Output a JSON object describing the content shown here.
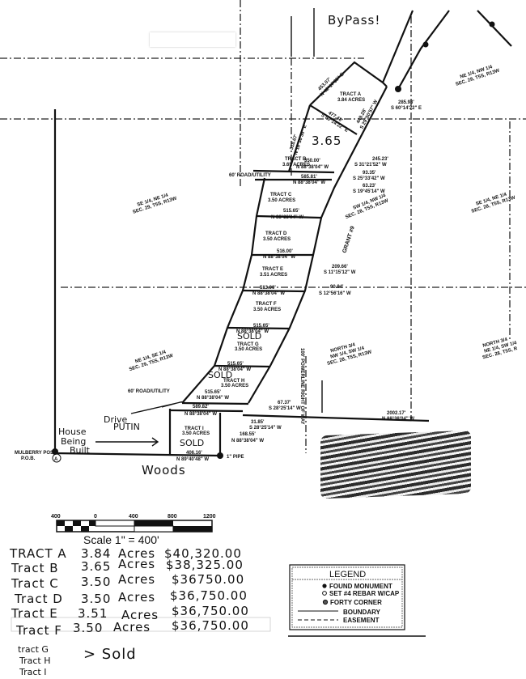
{
  "handwritten": {
    "bypass": "ByPass!",
    "tract_b_acres": "3.65",
    "drive_put_in": [
      "Drive",
      "PUTIN"
    ],
    "house_being_built": [
      "House",
      "Being",
      "Built"
    ],
    "woods": "Woods",
    "sold_g": "SOLD",
    "sold_h": "SOLD",
    "sold_i": "SOLD",
    "sold_bracket": "> Sold"
  },
  "tracts": [
    {
      "name": "TRACT A",
      "label": "TRACT A",
      "acres": "3.84 ACRES"
    },
    {
      "name": "TRACT B",
      "label": "TRACT B",
      "acres": "3.65 ACRES"
    },
    {
      "name": "TRACT C",
      "label": "TRACT C",
      "acres": "3.50 ACRES"
    },
    {
      "name": "TRACT D",
      "label": "TRACT D",
      "acres": "3.50 ACRES"
    },
    {
      "name": "TRACT E",
      "label": "TRACT E",
      "acres": "3.51 ACRES"
    },
    {
      "name": "TRACT F",
      "label": "TRACT F",
      "acres": "3.50 ACRES"
    },
    {
      "name": "TRACT G",
      "label": "TRACT G",
      "acres": "3.50 ACRES"
    },
    {
      "name": "TRACT H",
      "label": "TRACT H",
      "acres": "3.50 ACRES"
    },
    {
      "name": "TRACT I",
      "label": "TRACT I",
      "acres": "3.50 ACRES"
    }
  ],
  "sections": {
    "ne_nw_28": [
      "NE 1/4, NW 1/4",
      "SEC. 28, T5S, R13W"
    ],
    "se_ne_29": [
      "SE 1/4, NE 1/4",
      "SEC. 29, T5S, R13W"
    ],
    "sw_nw_28": [
      "SW 1/4, NW 1/4",
      "SEC. 28, T5S, R13W"
    ],
    "ne_se_29": [
      "NE 1/4, SE 1/4",
      "SEC. 29, T5S, R13W"
    ],
    "north_nw_sw_28": [
      "NORTH 3/4",
      "NW 1/4, SW 1/4",
      "SEC. 28, T5S, R13W"
    ],
    "north_ne_sw_28": [
      "NORTH 3/4",
      "NE 1/4, SW 1/4",
      "SEC. 28, T5S, R"
    ]
  },
  "survey_labels": {
    "a_nw": [
      "453.07'",
      "N 42°17'35\" E"
    ],
    "a_se": [
      "285.93'",
      "S 60°14'22\" E"
    ],
    "a_e": [
      "449.28'",
      "S 29°50'57\" W"
    ],
    "ab_div": [
      "477.48'",
      "S 60°14'22\" E"
    ],
    "b_w": [
      "318.67'",
      "N 18°36'38\" E"
    ],
    "b_s": [
      "350.00'",
      "N 88°38'04\" W"
    ],
    "road_top": [
      "585.81'",
      "N 88°38'04\" W"
    ],
    "e1": [
      "245.23'",
      "S 31°21'52\" W"
    ],
    "e2": [
      "93.35'",
      "S 25°33'42\" W"
    ],
    "e3": [
      "63.23'",
      "S 19°45'14\" W"
    ],
    "c_s": [
      "515.65'",
      "N 88°38'04\" W"
    ],
    "d_s": [
      "516.00'",
      "N 88°38'04\" W"
    ],
    "e4": [
      "209.66'",
      "S 11°15'12\" W"
    ],
    "e_s": [
      "513.00'",
      "N 88°38'04\" W"
    ],
    "e5": [
      "90.94'",
      "S 12°56'16\" W"
    ],
    "f_s": [
      "515.65'",
      "N 88°38'04\" W"
    ],
    "g_s": [
      "515.65'",
      "N 88°38'04\" W"
    ],
    "h_s": [
      "515.65'",
      "N 88°38'04\" W"
    ],
    "i_n": [
      "589.82'",
      "N 88°38'04\" W"
    ],
    "e6": [
      "67.37'",
      "S 28°25'14\" W"
    ],
    "e7": [
      "31.85'",
      "S 28°25'14\" W"
    ],
    "e8": [
      "168.55'",
      "N 88°38'04\" W"
    ],
    "i_s": [
      "406.16'",
      "N 89°40'48\" W"
    ],
    "south_e": [
      "2002.17'",
      "N 88°38'04\" W"
    ],
    "road_utility_1": "60' ROAD/UTILITY",
    "road_utility_2": "60' ROAD/UTILITY",
    "powerline": "100' POWERLINE RIGHT OF WAY",
    "grant": "GRANT #9",
    "pob": [
      "MULBERRY POST",
      "P.O.B."
    ],
    "pipe": "1\" PIPE",
    "pob_marker": "A"
  },
  "scale_bar": {
    "ticks": [
      "400",
      "0",
      "400",
      "800",
      "1200"
    ],
    "caption": "Scale 1\" = 400'"
  },
  "price_list": [
    {
      "tract": "TRACT A",
      "acres": "3.84",
      "unit": "Acres",
      "price": "$40,320.00"
    },
    {
      "tract": "Tract B",
      "acres": "3.65",
      "unit": "Acres",
      "price": "$38,325.00"
    },
    {
      "tract": "Tract C",
      "acres": "3.50",
      "unit": "Acres",
      "price": "$36750.00"
    },
    {
      "tract": "Tract D",
      "acres": "3.50",
      "unit": "Acres",
      "price": "$36,750.00"
    },
    {
      "tract": "Tract E",
      "acres": "3.51",
      "unit": "Acres",
      "price": "$36,750.00"
    },
    {
      "tract": "Tract F",
      "acres": "3.50",
      "unit": "Acres",
      "price": "$36,750.00"
    }
  ],
  "sold_tracts": [
    "tract G",
    "Tract H",
    "Tract I"
  ],
  "legend": {
    "title": "LEGEND",
    "items": [
      "FOUND MONUMENT",
      "SET #4 REBAR W/CAP",
      "FORTY CORNER",
      "BOUNDARY",
      "EASEMENT"
    ]
  }
}
